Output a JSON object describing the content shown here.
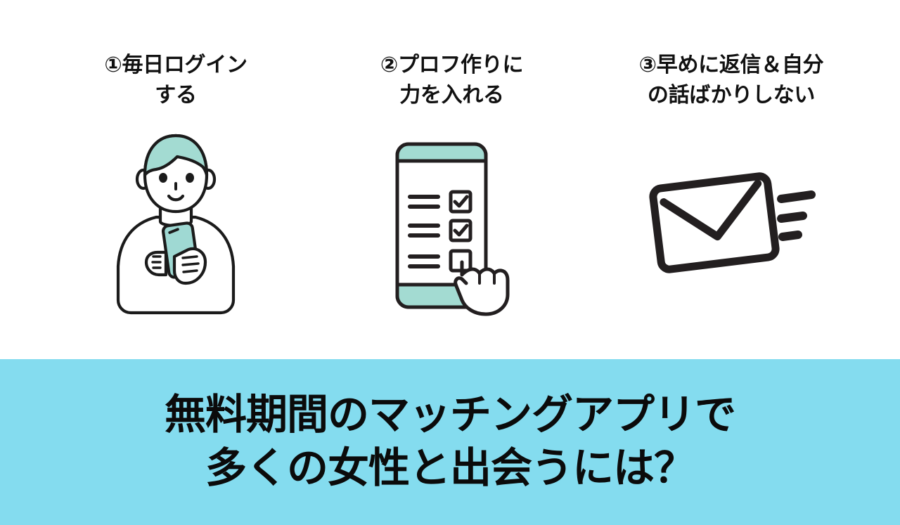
{
  "page": {
    "background_color": "#ffffff",
    "accent_mint": "#A3DBD2",
    "accent_sky": "#84DCEF",
    "ink": "#1a1a1a"
  },
  "tips": [
    {
      "number": "①",
      "title": "①毎日ログイン\nする",
      "illustration": "person-with-smartphone-illustration"
    },
    {
      "number": "②",
      "title": "②プロフ作りに\n力を入れる",
      "illustration": "smartphone-checklist-tap-illustration"
    },
    {
      "number": "③",
      "title": "③早めに返信＆自分\nの話ばかりしない",
      "illustration": "flying-envelope-illustration"
    }
  ],
  "banner": {
    "background_color": "#84DCEF",
    "line1": "無料期間のマッチングアプリで",
    "line2": "多くの女性と出会うには？"
  }
}
